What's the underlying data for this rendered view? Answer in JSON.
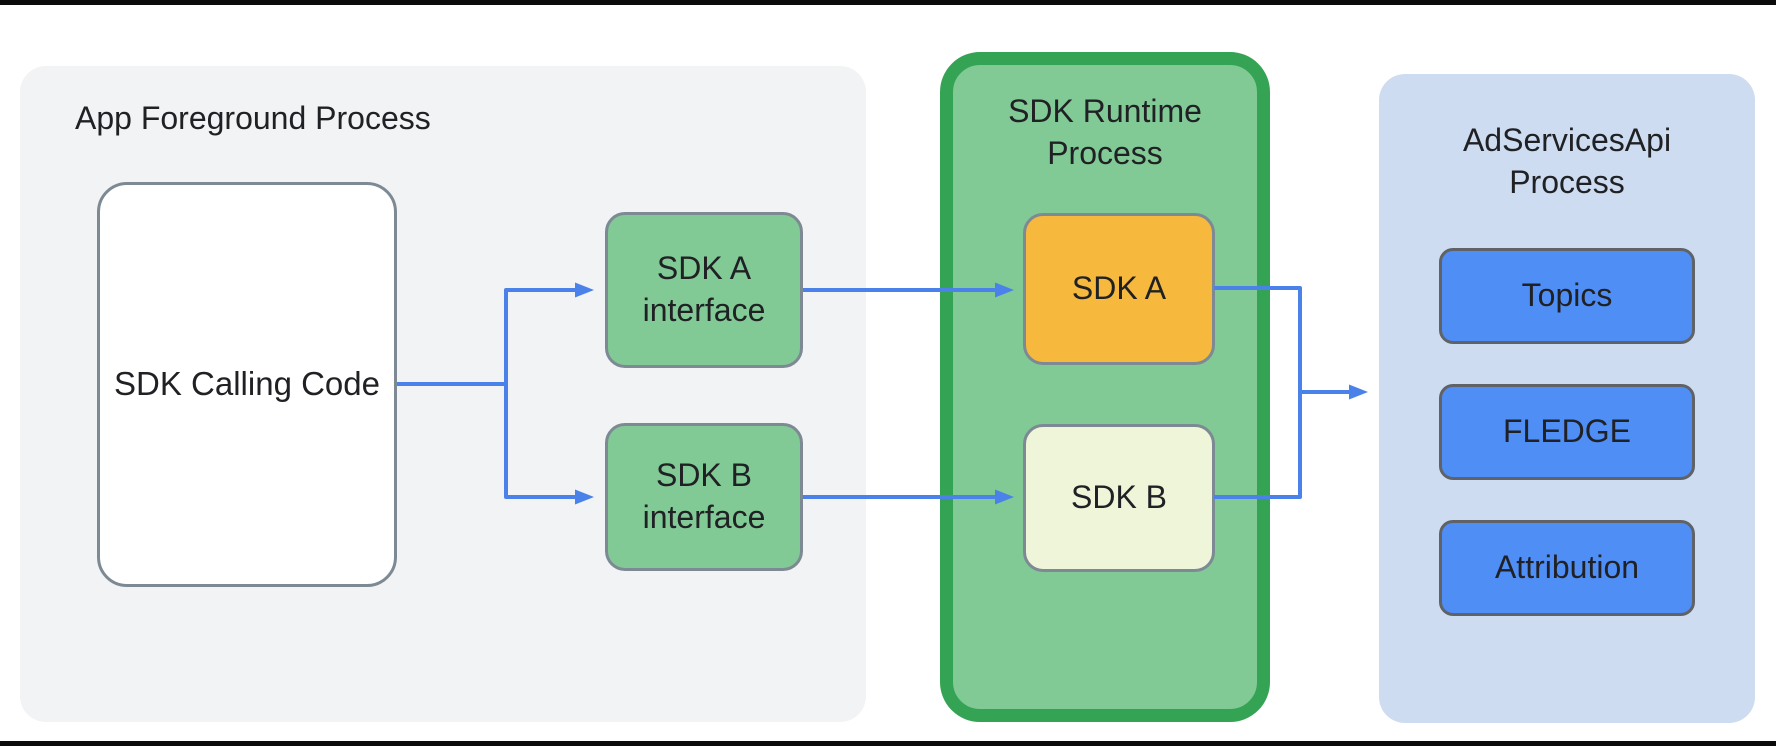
{
  "app_process": {
    "title": "App Foreground Process",
    "calling_code_label": "SDK Calling Code",
    "sdk_a_interface_label": "SDK A\ninterface",
    "sdk_b_interface_label": "SDK B\ninterface"
  },
  "runtime_process": {
    "title": "SDK Runtime\nProcess",
    "sdk_a_label": "SDK A",
    "sdk_b_label": "SDK B"
  },
  "adservices_process": {
    "title": "AdServicesApi\nProcess",
    "apis": [
      "Topics",
      "FLEDGE",
      "Attribution"
    ]
  },
  "colors": {
    "app_container_bg": "#f1f3f4",
    "runtime_container_bg": "#81c995",
    "runtime_container_border": "#34a353",
    "adservices_container_bg": "#cddcf0",
    "interface_box_bg": "#81c995",
    "sdk_a_box_bg": "#f6b93d",
    "sdk_b_box_bg": "#eef5d9",
    "api_box_bg": "#4f8ef5",
    "box_border": "#7d8a94",
    "arrow": "#4a82ea",
    "text": "#202124"
  }
}
